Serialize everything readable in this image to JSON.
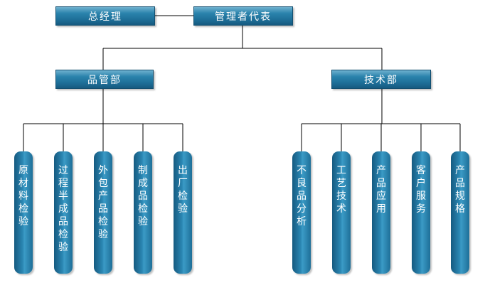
{
  "top": {
    "gm": "总经理",
    "rep": "管理者代表"
  },
  "departments": {
    "quality": "品管部",
    "tech": "技术部"
  },
  "quality_items": [
    "原材料检验",
    "过程半成品检验",
    "外包产品检验",
    "制成品检验",
    "出厂检验"
  ],
  "tech_items": [
    "不良品分析",
    "工艺技术",
    "产品应用",
    "客户服务",
    "产品规格"
  ],
  "colors": {
    "box_main": "#1e6f98",
    "line": "#000000"
  }
}
